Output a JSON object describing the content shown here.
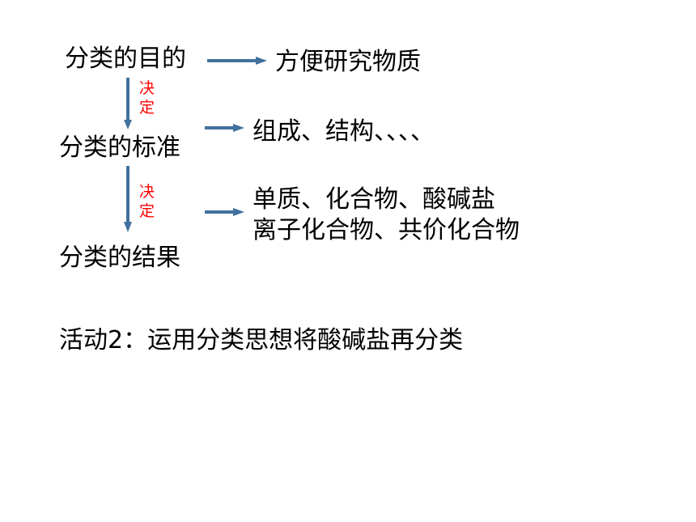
{
  "colors": {
    "arrow": "#41719c",
    "decide_text": "#ff0000",
    "text": "#000000"
  },
  "diagram": {
    "nodes": {
      "purpose": "分类的目的",
      "standard": "分类的标准",
      "result": "分类的结果"
    },
    "edge_labels": {
      "decide_1": "决定",
      "decide_2": "决定"
    },
    "outcomes": {
      "purpose": "方便研究物质",
      "standard": "组成、结构、、、、",
      "result_line1": "单质、化合物、酸碱盐",
      "result_line2": "离子化合物、共价化合物"
    }
  },
  "activity": "活动2：运用分类思想将酸碱盐再分类"
}
